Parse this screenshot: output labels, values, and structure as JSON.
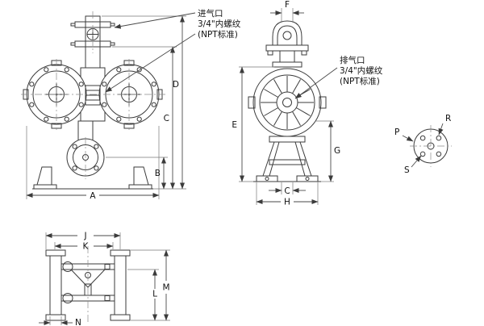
{
  "annotations": {
    "inlet_port": [
      "进气口",
      "3/4\"内螺纹",
      "(NPT标准)"
    ],
    "outlet_port": [
      "排气口",
      "3/4\"内螺纹",
      "(NPT标准)"
    ]
  },
  "dims": {
    "front": {
      "A": "A",
      "B": "B",
      "C": "C",
      "D": "D"
    },
    "side": {
      "E": "E",
      "F": "F",
      "G": "G",
      "H": "H",
      "foot_c": "C"
    },
    "bottom": {
      "J": "J",
      "K": "K",
      "L": "L",
      "M": "M",
      "N": "N"
    },
    "flange": {
      "P": "P",
      "R": "R",
      "S": "S"
    }
  },
  "colors": {
    "line": "#3b3b3b",
    "dim": "#4a4a4a",
    "text": "#111111",
    "background": "#ffffff"
  }
}
